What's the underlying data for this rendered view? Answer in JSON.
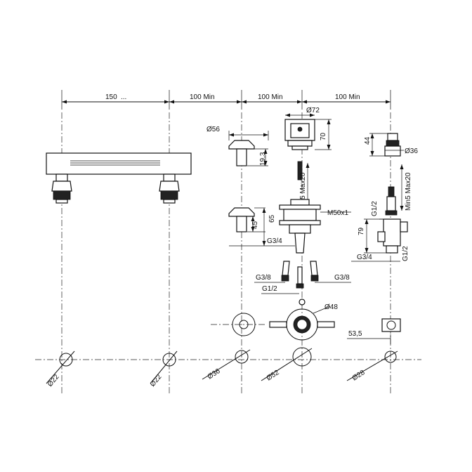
{
  "dimensions": {
    "top": {
      "d150": "150",
      "d150_tail": "...",
      "gap1": "100 Min",
      "gap2": "100 Min",
      "gap3": "100 Min"
    },
    "shower_head": {
      "dia": "Ø56",
      "height": "19,3"
    },
    "handle_top": {
      "dia": "Ø72",
      "height": "70"
    },
    "side_head": {
      "height": "44",
      "dia": "Ø36"
    },
    "valve": {
      "len": "Min5 Max20",
      "thread": "M50x1"
    },
    "side_valve": {
      "len": "Min5 Max20",
      "thread": "G1/2",
      "height": "79",
      "out_thread": "G3/4",
      "side_thread": "G1/2"
    },
    "left_spout": {
      "height": "65",
      "inner": "45",
      "thread": "G3/4"
    },
    "hoses": {
      "left": "G3/8",
      "right": "G3/8",
      "bottom": "G1/2"
    },
    "cover": {
      "dia": "Ø48",
      "offset": "53,5"
    },
    "holes": {
      "h1": "Ø22",
      "h2": "Ø22",
      "h3": "Ø36",
      "h4": "Ø52",
      "h5": "Ø28"
    }
  }
}
